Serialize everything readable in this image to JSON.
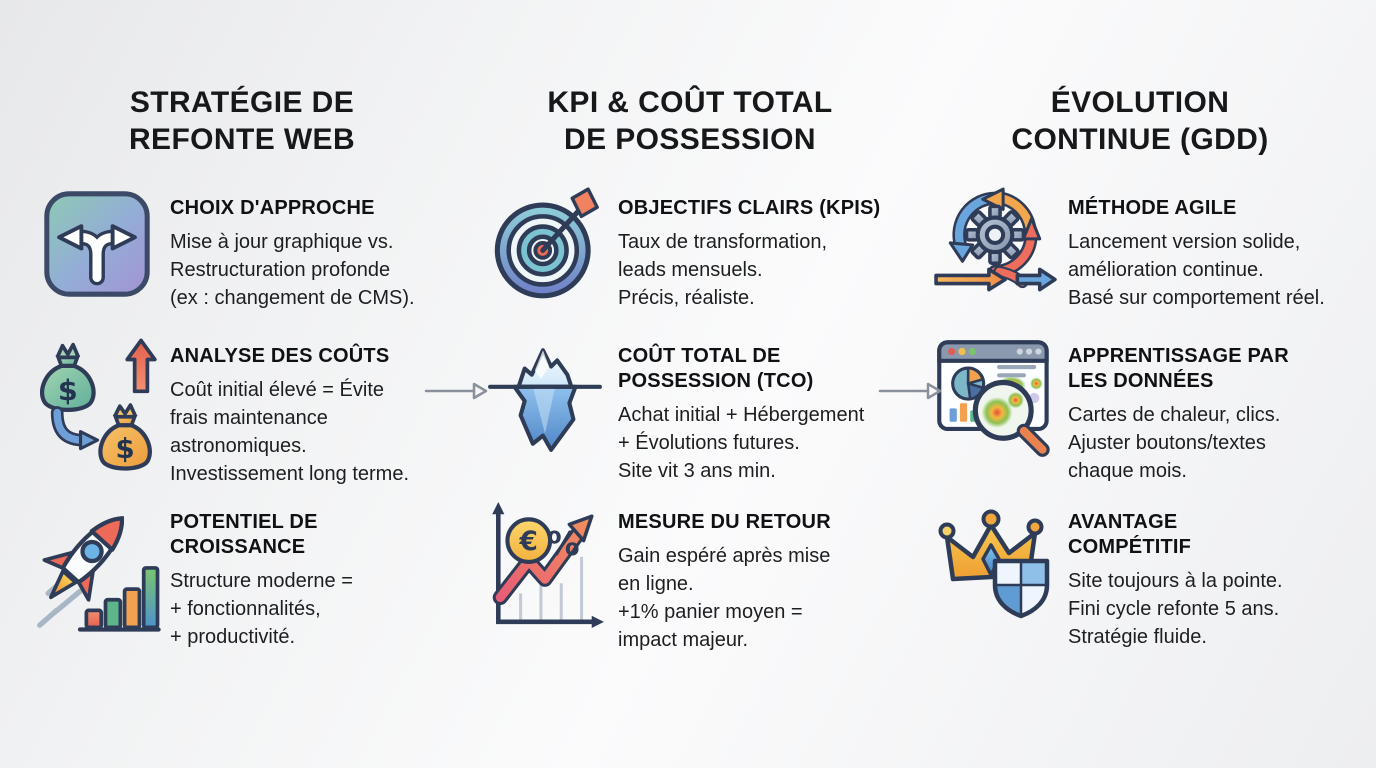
{
  "title": "Infographie stratégie de refonte web",
  "colors": {
    "heading": "#17181a",
    "body_text": "#1d1e20",
    "connector": "#8a919c",
    "background": "#f2f3f4",
    "outline": "#2f3c58"
  },
  "connectors": [
    {
      "icon": "flow-arrow-right-icon",
      "from": "column-1",
      "to": "column-2"
    },
    {
      "icon": "flow-arrow-right-icon",
      "from": "column-2",
      "to": "column-3"
    }
  ],
  "columns": [
    {
      "header": "STRATÉGIE DE\nREFONTE WEB",
      "items": [
        {
          "icon": "fork-arrows-icon",
          "title": "CHOIX D'APPROCHE",
          "body": "Mise à jour graphique vs.\nRestructuration profonde\n(ex : changement de CMS)."
        },
        {
          "icon": "money-bags-icon",
          "title": "ANALYSE DES COÛTS",
          "body": "Coût initial élevé = Évite\nfrais maintenance\nastronomiques.\nInvestissement long terme."
        },
        {
          "icon": "rocket-growth-icon",
          "title": "POTENTIEL DE\nCROISSANCE",
          "body": "Structure moderne =\n+ fonctionnalités,\n+ productivité."
        }
      ]
    },
    {
      "header": "KPI & COÛT TOTAL\nDE POSSESSION",
      "items": [
        {
          "icon": "target-dart-icon",
          "title": "OBJECTIFS CLAIRS (KPIS)",
          "body": "Taux de transformation,\nleads mensuels.\nPrécis, réaliste."
        },
        {
          "icon": "iceberg-icon",
          "title": "COÛT TOTAL DE\nPOSSESSION (TCO)",
          "body": "Achat initial + Hébergement\n+ Évolutions futures.\nSite vit 3 ans min."
        },
        {
          "icon": "roi-growth-chart-icon",
          "title": "MESURE DU RETOUR",
          "body": "Gain espéré après mise\nen ligne.\n+1% panier moyen =\nimpact majeur."
        }
      ]
    },
    {
      "header": "ÉVOLUTION\nCONTINUE (GDD)",
      "items": [
        {
          "icon": "agile-cycle-icon",
          "title": "MÉTHODE AGILE",
          "body": "Lancement version solide,\namélioration continue.\nBasé sur comportement réel."
        },
        {
          "icon": "heatmap-analytics-icon",
          "title": "APPRENTISSAGE PAR\nLES DONNÉES",
          "body": "Cartes de chaleur, clics.\nAjuster boutons/textes\nchaque mois."
        },
        {
          "icon": "crown-shield-icon",
          "title": "AVANTAGE\nCOMPÉTITIF",
          "body": "Site toujours à la pointe.\nFini cycle refonte 5 ans.\nStratégie fluide."
        }
      ]
    }
  ]
}
